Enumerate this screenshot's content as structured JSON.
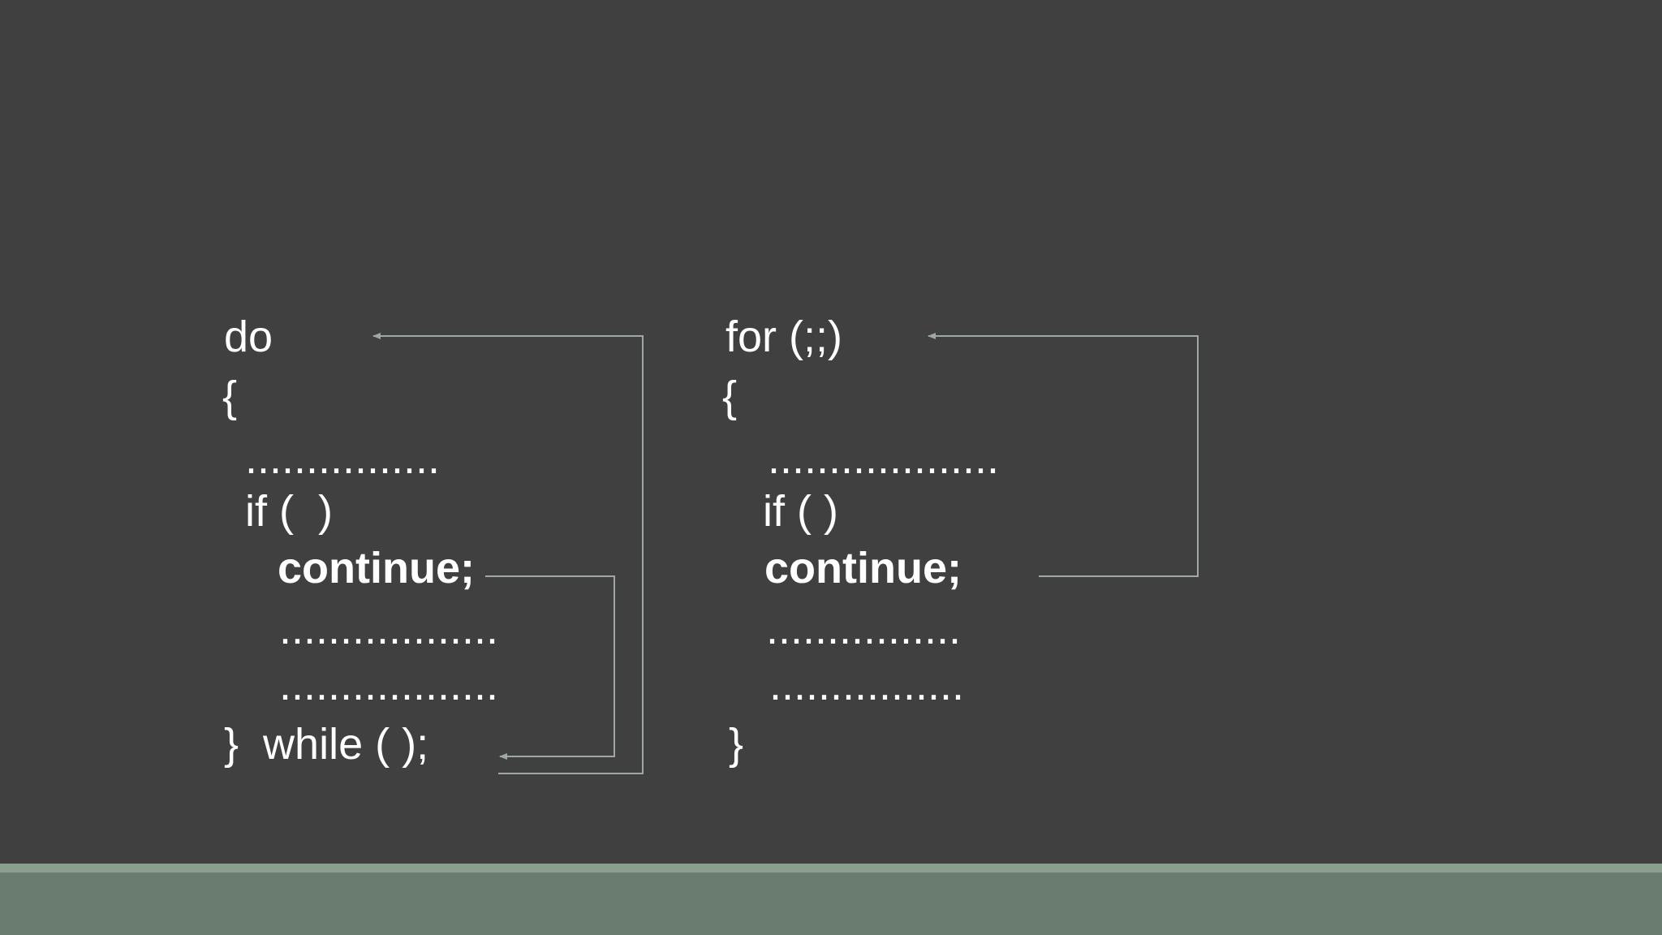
{
  "do_while_block": {
    "line_do": "do",
    "line_open": "{",
    "line_dots_1": "................",
    "line_if": "if (  )",
    "line_continue": "continue;",
    "line_dots_2": "..................",
    "line_dots_3": "..................",
    "line_close_while": "}  while ( );"
  },
  "for_block": {
    "line_for": "for (;;)",
    "line_open": "{",
    "line_dots_1": "...................",
    "line_if": "if ( )",
    "line_continue": "continue;",
    "line_dots_2": "................",
    "line_dots_3": "................",
    "line_close": "}"
  },
  "colors": {
    "background": "#404040",
    "text": "#ffffff",
    "connector": "#a0a8a3",
    "footer_strip": "#8aa08f",
    "footer_band": "#6a7b6f"
  }
}
